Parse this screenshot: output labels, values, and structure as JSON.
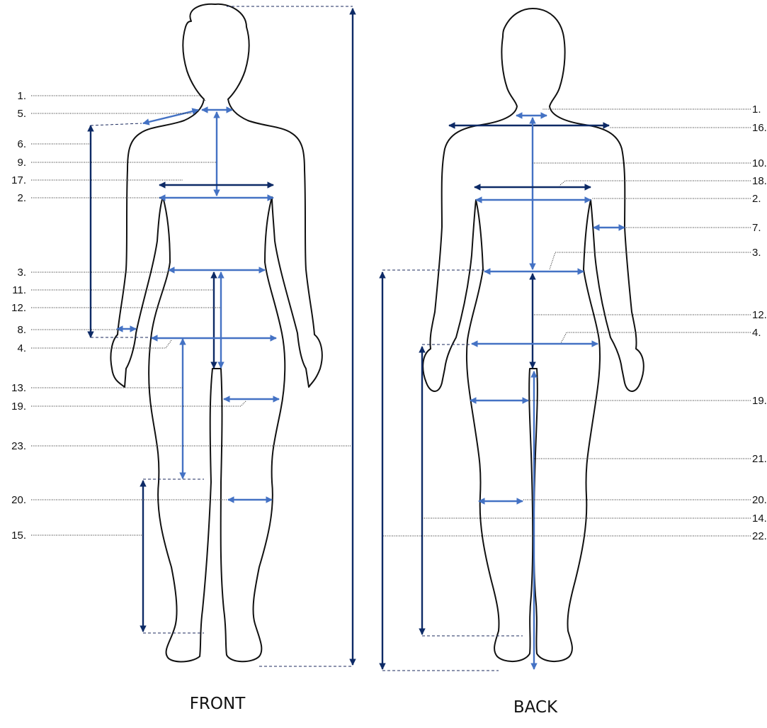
{
  "views": [
    {
      "title": "FRONT",
      "measurement_labels": [
        "1.",
        "5.",
        "6.",
        "9.",
        "17.",
        "2.",
        "3.",
        "11.",
        "12.",
        "8.",
        "4.",
        "13.",
        "19.",
        "23.",
        "20.",
        "15."
      ]
    },
    {
      "title": "BACK",
      "measurement_labels": [
        "1.",
        "16.",
        "10.",
        "18.",
        "2.",
        "7.",
        "3.",
        "12.",
        "4.",
        "19.",
        "21.",
        "20.",
        "14.",
        "22."
      ]
    }
  ],
  "colors": {
    "outline": "#111111",
    "arrow_light": "#4472c4",
    "arrow_dark": "#0d2a66"
  }
}
